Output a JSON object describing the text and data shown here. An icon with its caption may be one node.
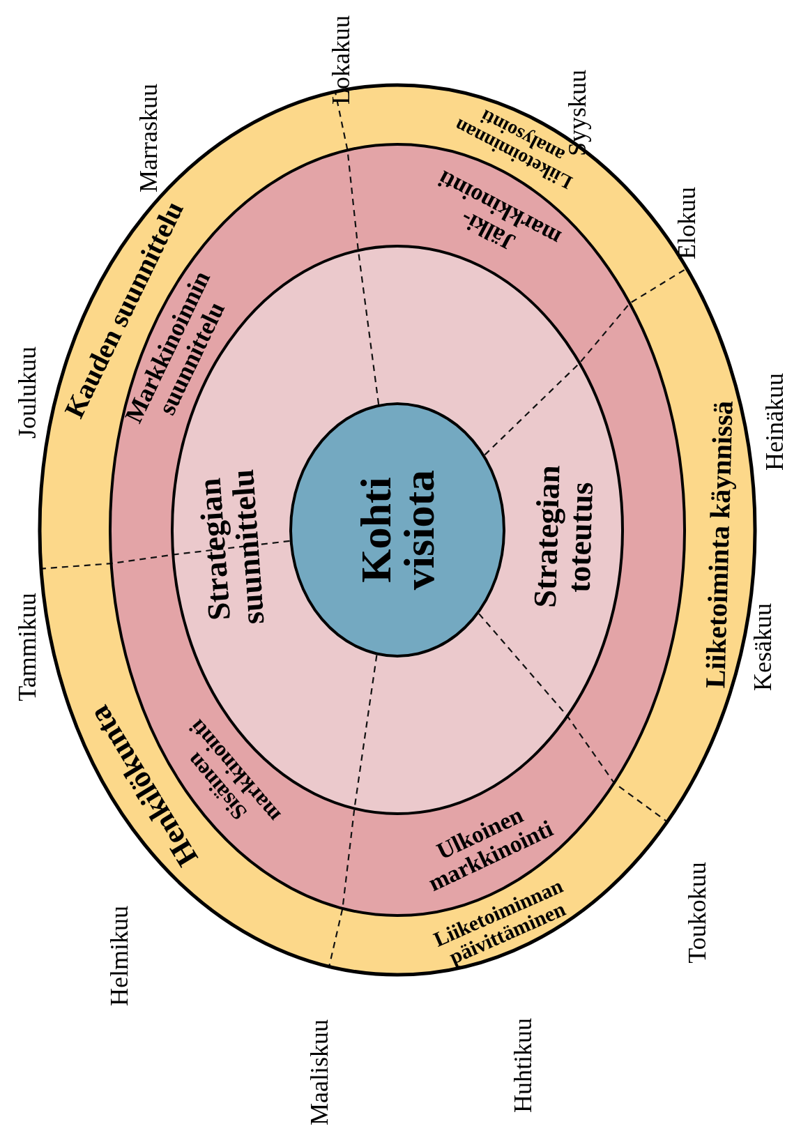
{
  "diagram": {
    "nodes": [
      {
        "text": [
          "Kohti visiota"
        ]
      },
      {
        "text": [
          "Strategian suunnittelu"
        ]
      },
      {
        "text": [
          "Strategian toteutus"
        ]
      },
      {
        "text": [
          "Markkinoinnin suunnittelu"
        ]
      },
      {
        "text": [
          "Jälki- markkinointi"
        ]
      },
      {
        "text": [
          "Ulkoinen markkinointi"
        ]
      },
      {
        "text": [
          "Sisäinen markkinointi"
        ]
      },
      {
        "text": [
          "Kauden suunnittelu"
        ]
      },
      {
        "text": [
          "Liiketoiminnan analysointi"
        ]
      },
      {
        "text": [
          "Liiketoiminta käynnissä"
        ]
      },
      {
        "text": [
          "Liiketoiminnan päivittäminen"
        ]
      },
      {
        "text": [
          "Henkilökunta"
        ]
      }
    ],
    "labels": [
      "Lokakuu",
      "Marraskuu",
      "Syyskuu",
      "Elokuu",
      "Joulukuu",
      "Heinäkuu",
      "Tammikuu",
      "Kesäkuu",
      "Helmikuu",
      "Toukokuu",
      "Maaliskuu",
      "Huhtikuu"
    ]
  }
}
